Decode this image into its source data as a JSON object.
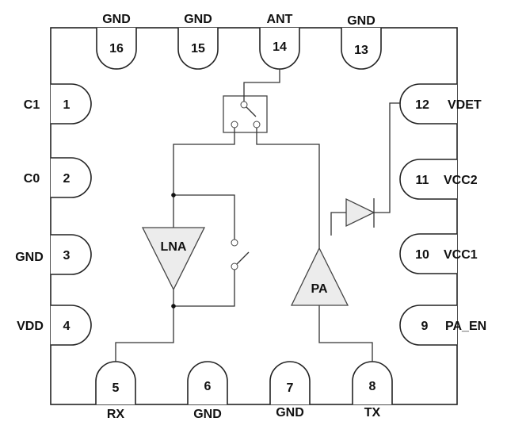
{
  "pins": {
    "top": [
      {
        "num": "16",
        "name": "GND"
      },
      {
        "num": "15",
        "name": "GND"
      },
      {
        "num": "14",
        "name": "ANT"
      },
      {
        "num": "13",
        "name": "GND"
      }
    ],
    "left": [
      {
        "num": "1",
        "name": "C1"
      },
      {
        "num": "2",
        "name": "C0"
      },
      {
        "num": "3",
        "name": "GND"
      },
      {
        "num": "4",
        "name": "VDD"
      }
    ],
    "right": [
      {
        "num": "12",
        "name": "VDET"
      },
      {
        "num": "11",
        "name": "VCC2"
      },
      {
        "num": "10",
        "name": "VCC1"
      },
      {
        "num": "9",
        "name": "PA_EN"
      }
    ],
    "bottom": [
      {
        "num": "5",
        "name": "RX"
      },
      {
        "num": "6",
        "name": "GND"
      },
      {
        "num": "7",
        "name": "GND"
      },
      {
        "num": "8",
        "name": "TX"
      }
    ]
  },
  "blocks": {
    "lna": "LNA",
    "pa": "PA"
  }
}
